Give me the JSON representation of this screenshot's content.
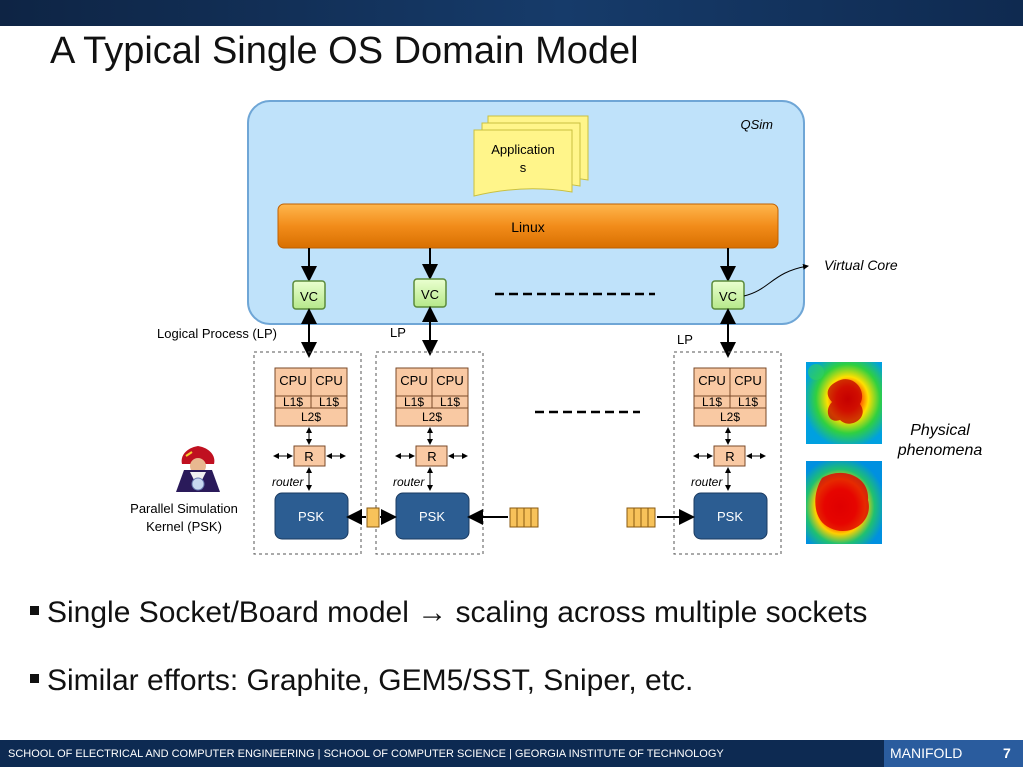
{
  "slide": {
    "title": "A Typical Single OS Domain Model",
    "page_number": "7"
  },
  "diagram": {
    "qsim_label": "QSim",
    "applications_label_line1": "Application",
    "applications_label_line2": "s",
    "linux_label": "Linux",
    "vc_label": "VC",
    "virtual_core_label": "Virtual Core",
    "logical_process_label": "Logical Process (LP)",
    "lp_label": "LP",
    "cpu_label": "CPU",
    "l1_label": "L1$",
    "l2_label": "L2$",
    "router_label": "R",
    "router_text": "router",
    "psk_label": "PSK",
    "psk_caption_line1": "Parallel Simulation",
    "psk_caption_line2": "Kernel (PSK)",
    "physical_line1": "Physical",
    "physical_line2": "phenomena"
  },
  "bullets": [
    "Single Socket/Board model → scaling across multiple sockets",
    "Similar efforts: Graphite, GEM5/SST, Sniper, etc."
  ],
  "footer": {
    "text": "SCHOOL OF ELECTRICAL AND COMPUTER ENGINEERING | SCHOOL OF COMPUTER SCIENCE | GEORGIA INSTITUTE OF TECHNOLOGY",
    "brand": "MANIFOLD"
  }
}
